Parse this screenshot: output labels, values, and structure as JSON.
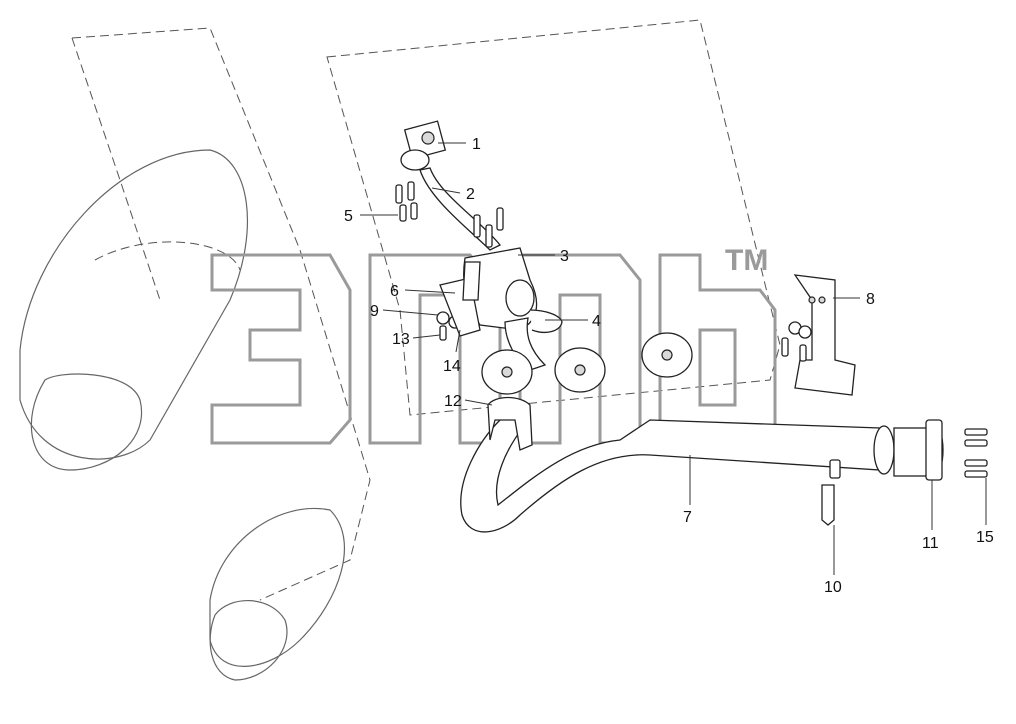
{
  "drawing": {
    "watermark_mark": "TM",
    "callouts": [
      {
        "id": "1",
        "label": "1"
      },
      {
        "id": "2",
        "label": "2"
      },
      {
        "id": "3",
        "label": "3"
      },
      {
        "id": "4",
        "label": "4"
      },
      {
        "id": "5",
        "label": "5"
      },
      {
        "id": "6",
        "label": "6"
      },
      {
        "id": "7",
        "label": "7"
      },
      {
        "id": "8",
        "label": "8"
      },
      {
        "id": "9",
        "label": "9"
      },
      {
        "id": "10",
        "label": "10"
      },
      {
        "id": "11",
        "label": "11"
      },
      {
        "id": "12",
        "label": "12"
      },
      {
        "id": "13",
        "label": "13"
      },
      {
        "id": "14",
        "label": "14"
      },
      {
        "id": "15",
        "label": "15"
      }
    ]
  },
  "colors": {
    "line": "#222222",
    "watermark": "#9a9a9a",
    "background": "#ffffff"
  }
}
